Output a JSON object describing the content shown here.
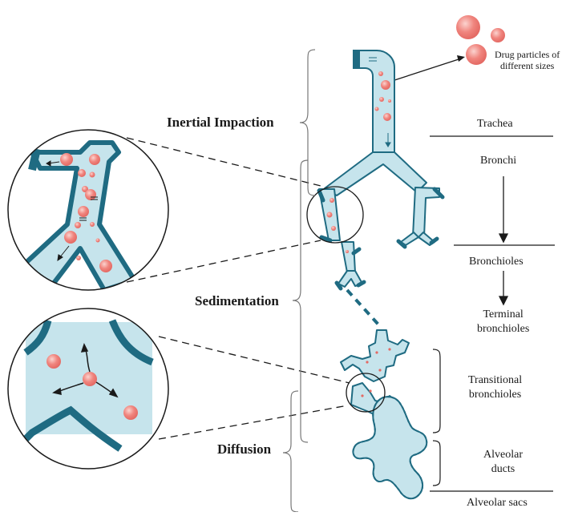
{
  "mechanisms": {
    "inertial": "Inertial Impaction",
    "sedimentation": "Sedimentation",
    "diffusion": "Diffusion"
  },
  "regions": {
    "trachea": "Trachea",
    "bronchi": "Bronchi",
    "bronchioles": "Bronchioles",
    "terminal": "Terminal\nbronchioles",
    "transitional": "Transitional\nbronchioles",
    "alveolar_ducts": "Alveolar\nducts",
    "alveolar_sacs": "Alveolar sacs"
  },
  "drug_particles": "Drug particles of\ndifferent sizes",
  "colors": {
    "airway_fill": "#c6e4ec",
    "airway_edge": "#1f6b82",
    "particle": "#f0857e",
    "particle_highlight": "#fbd3cf",
    "ink": "#1a1a1a"
  }
}
